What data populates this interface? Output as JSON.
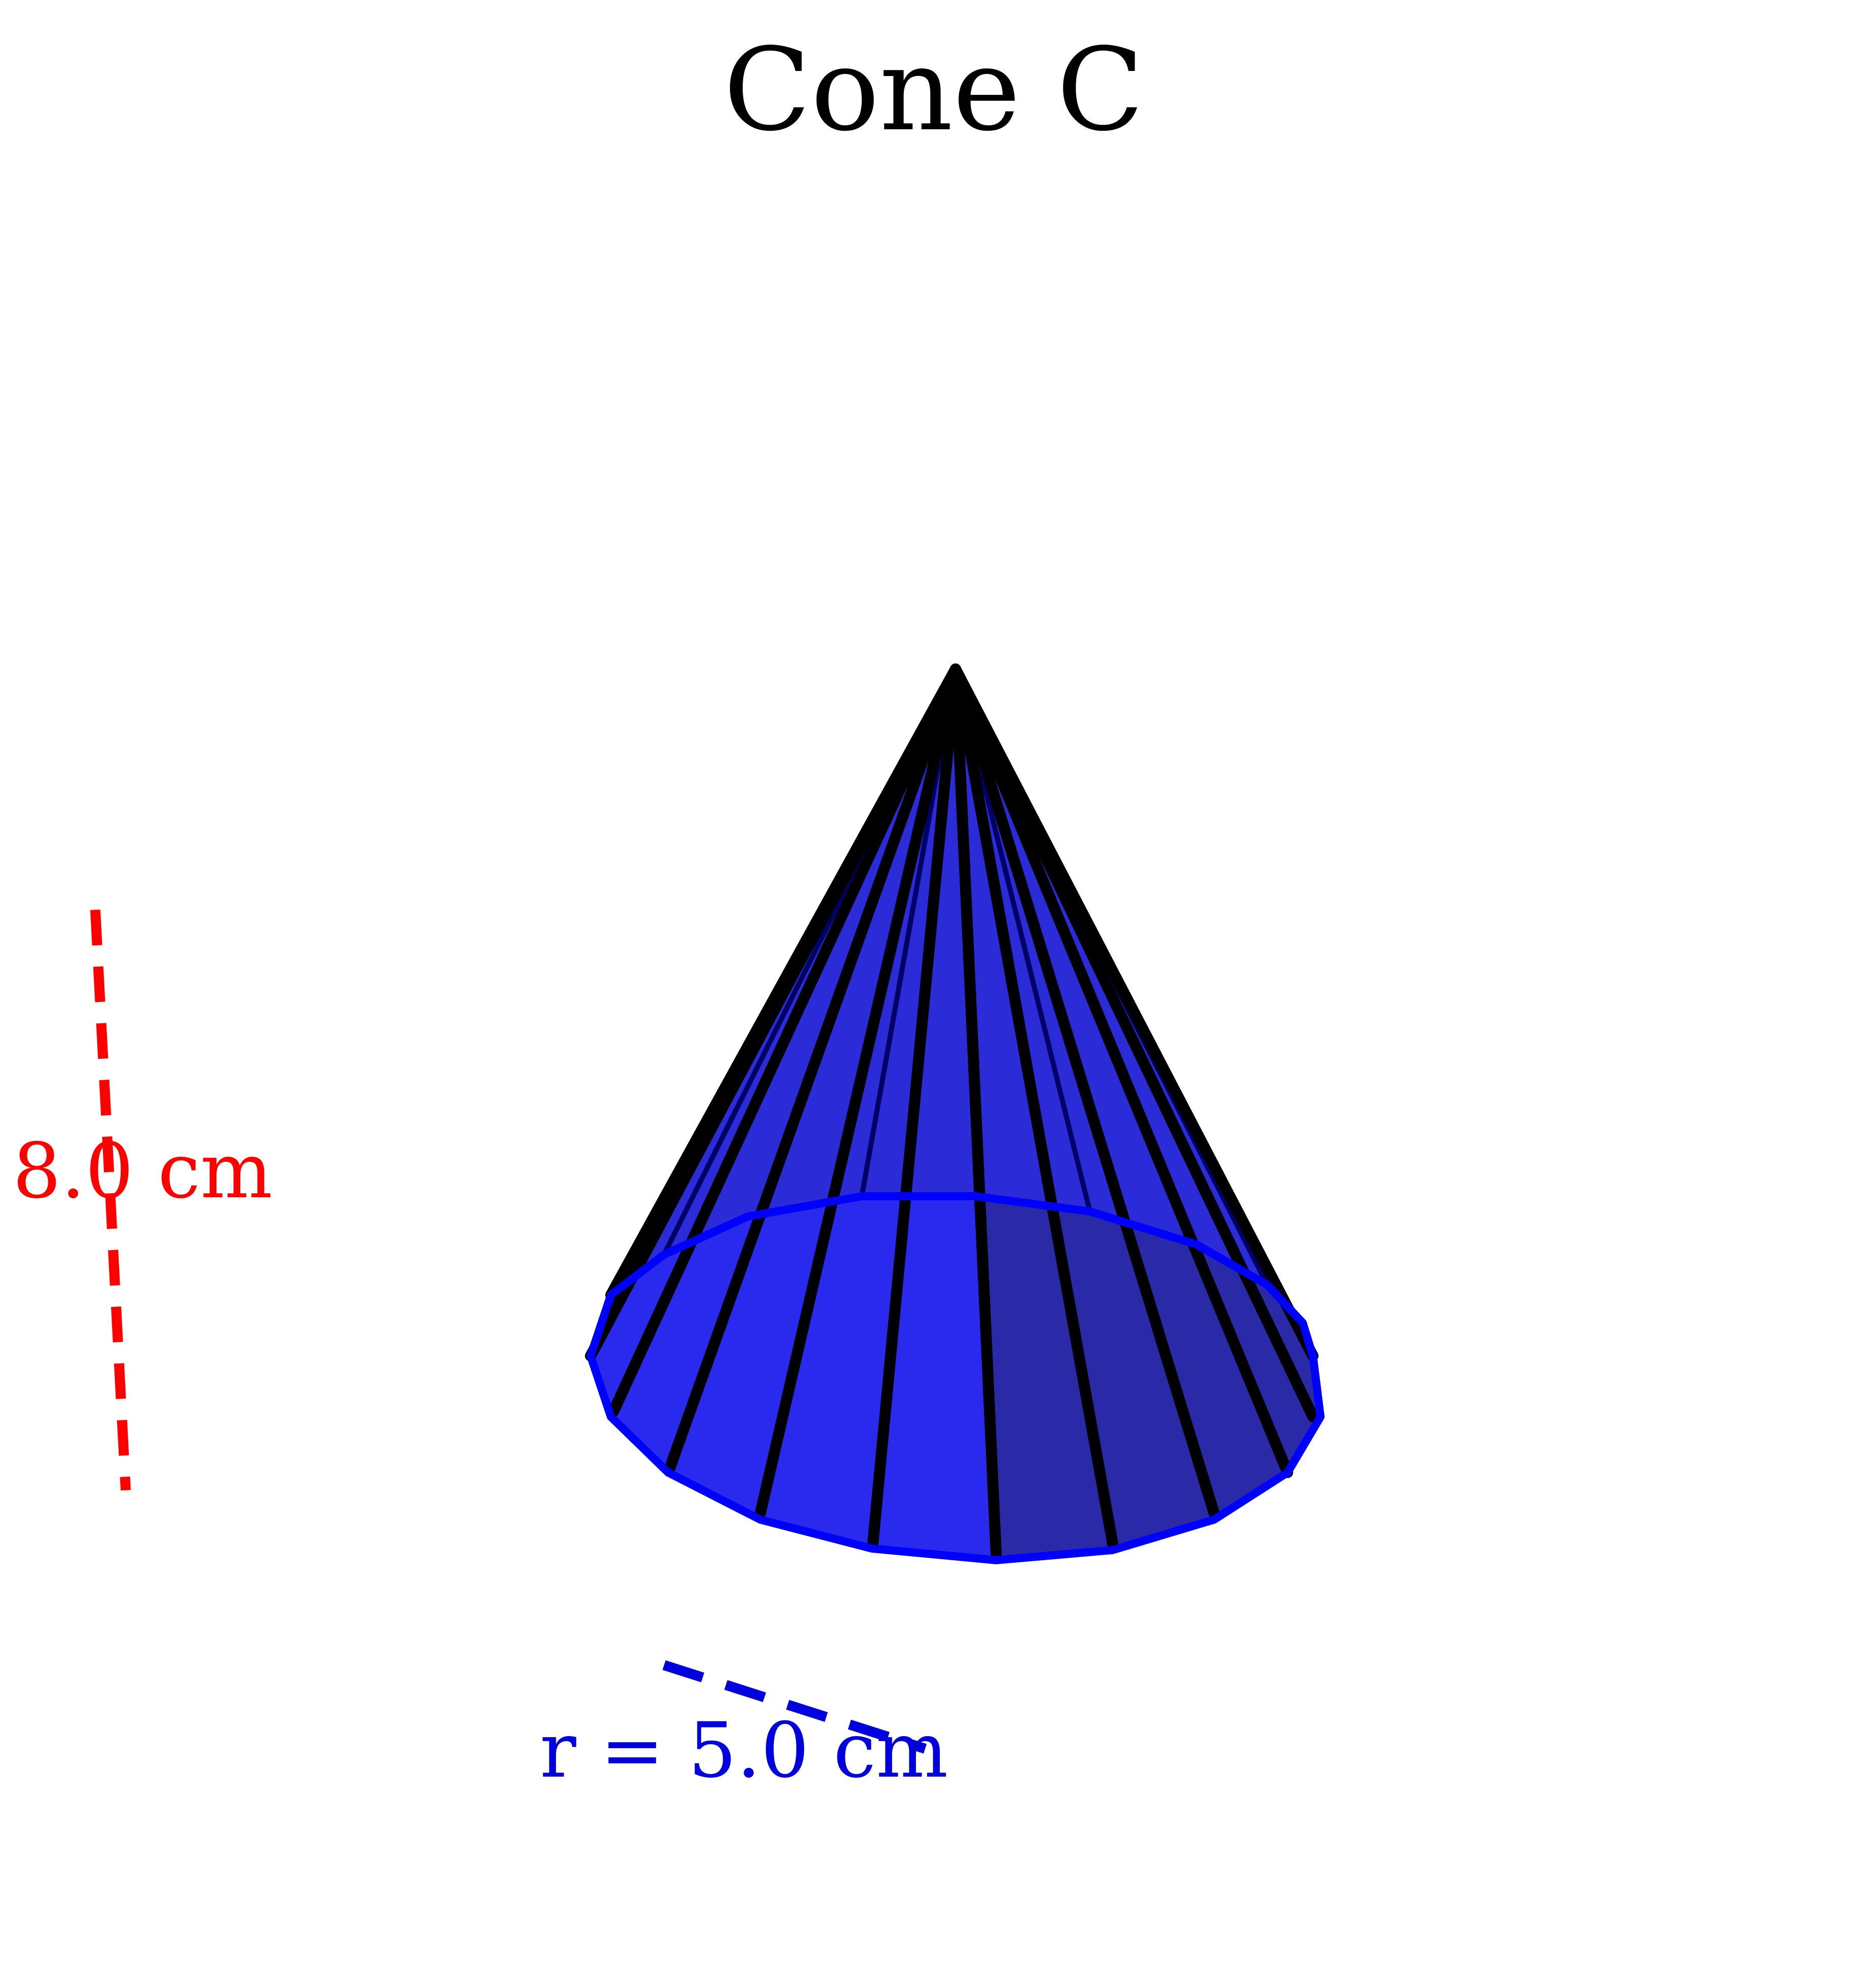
{
  "title": "Cone C",
  "height_label": "8.0 cm",
  "radius_label": "r = 5.0 cm",
  "colors": {
    "cone_fill": "#2a2ae6",
    "cone_fill_dark": "#2a2aa8",
    "base_rim": "#0000ff",
    "edges": "#000000",
    "height_marker": "#ff0000",
    "radius_marker": "#0000dd",
    "title": "#000000"
  }
}
